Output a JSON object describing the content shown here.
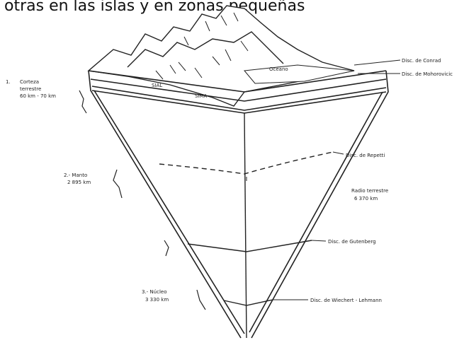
{
  "caption": "otras en las islas y en zonas pequeñas",
  "labels": {
    "conrad": "Disc. de Conrad",
    "mohorovicic": "Disc. de Mohorovicic",
    "oceano": "Océano",
    "sial": "SIAL",
    "sima": "SIMA",
    "corteza_num": "1.",
    "corteza_1": "Corteza",
    "corteza_2": "terrestre",
    "corteza_3": "60 km - 70 km",
    "manto": "2.- Manto",
    "manto_km": "2 895 km",
    "repetti": "Disc. de Repetti",
    "radio_1": "Radio terrestre",
    "radio_2": "6 370 km",
    "gutenberg": "Disc. de Gutenberg",
    "nucleo": "3.- Núcleo",
    "nucleo_km": "3 330 km",
    "wiechert": "Disc. de Wiechert - Lehmann"
  }
}
